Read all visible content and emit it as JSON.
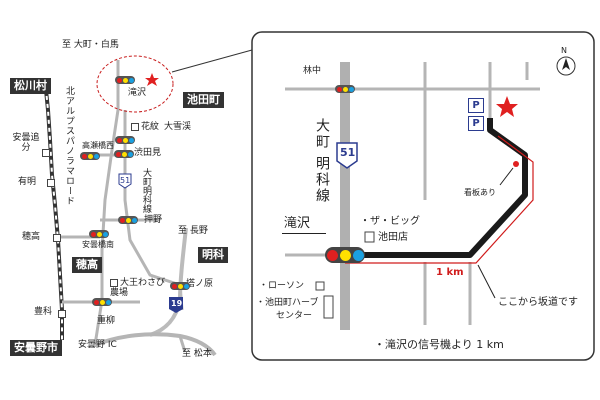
{
  "colors": {
    "red": "#e02020",
    "yellow": "#ffe000",
    "blue": "#1aa0e0",
    "road": "#b5b5b5",
    "dark": "#333333",
    "route": "#111111",
    "accent": "#c81e1e"
  },
  "left_map": {
    "north_top": "至 大町・白馬",
    "region_matsukawa": "松川村",
    "region_ikeda": "池田町",
    "region_hotaka": "穂高",
    "region_azumino": "安曇野市",
    "region_akashina": "明科",
    "takizawa": "滝沢",
    "hanamon": "花紋",
    "omeiyu": "大雪渓",
    "takasebashi_nishi": "高瀬橋西",
    "shibutami": "渋田見",
    "route51_label": "51",
    "akashina_line": "大町明科線",
    "alps_road": "北アルプスパノラマロード",
    "azumi_oiwake": "安曇追分",
    "ariake": "有明",
    "hotaka_station": "穂高",
    "azumi_kyohashi": "安曇橋南",
    "oshino": "押野",
    "to_nagano": "至 長野",
    "daio_wasabi": "大王わさび農場",
    "tonohara": "塔ノ原",
    "toyoshina": "豊科",
    "shigeyanagi": "重柳",
    "route19_label": "19",
    "azumino_ic": "安曇野 IC",
    "to_matsumoto": "至 松本"
  },
  "detail_map": {
    "north": "N",
    "rinchu": "林中",
    "road_name_1": "大町",
    "road_name_2": "明科線",
    "route51": "51",
    "takizawa": "滝沢",
    "the_big": "・ザ・ビッグ",
    "ikeda_ten": "池田店",
    "lawson": "・ローソン",
    "herb_center_1": "・池田町ハーブ",
    "herb_center_2": "センター",
    "kanban": "看板あり",
    "distance": "1 km",
    "parking_1": "P",
    "parking_2": "P",
    "slope_note": "ここから坂道です",
    "bottom_note": "・滝沢の信号機より 1 km"
  }
}
